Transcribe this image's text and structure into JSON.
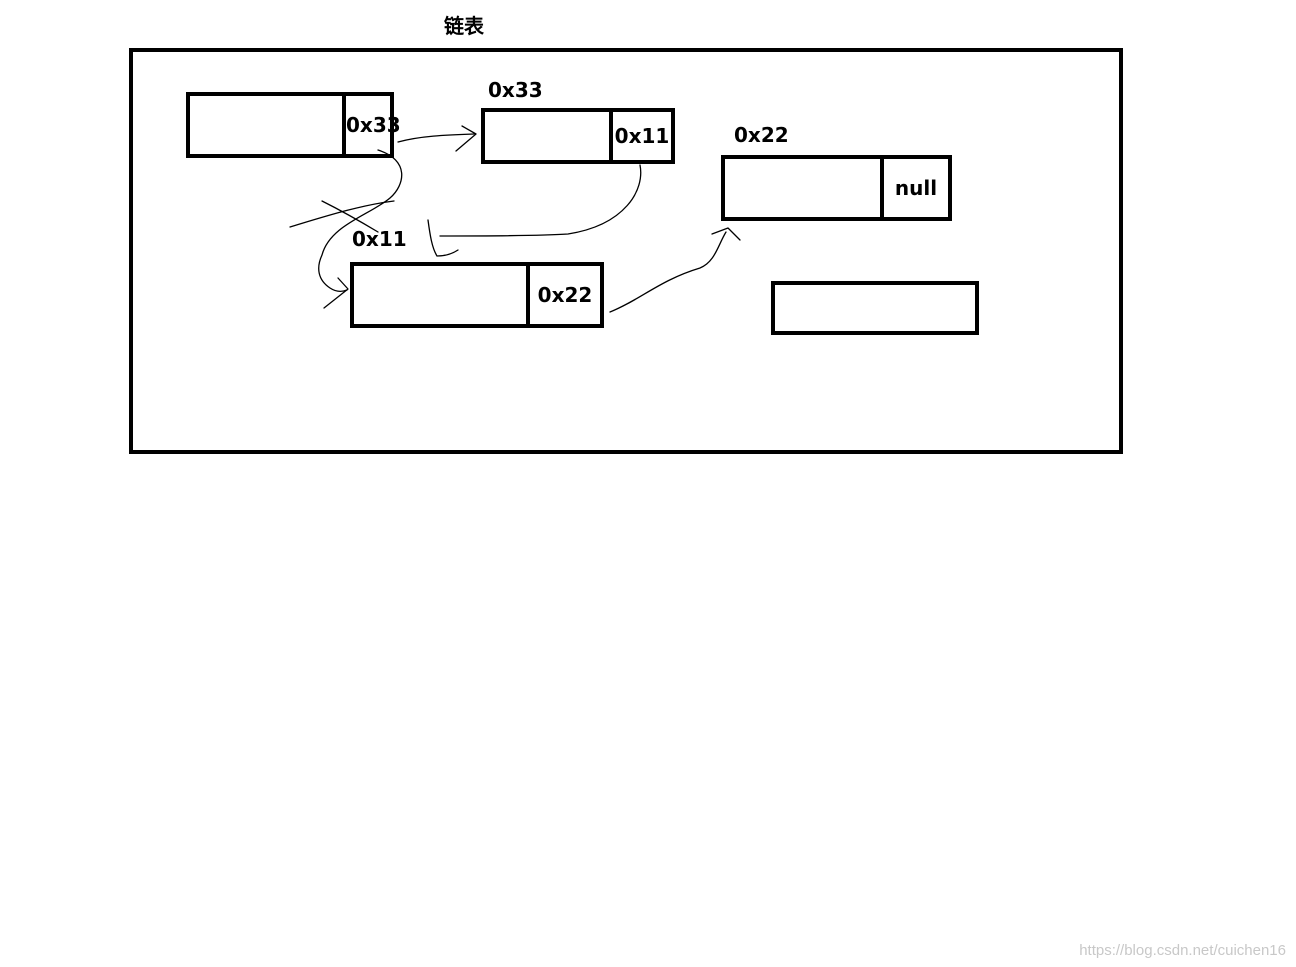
{
  "title": "链表",
  "nodes": [
    {
      "id": "head",
      "address": "",
      "next": "0x33"
    },
    {
      "id": "n33",
      "address": "0x33",
      "next": "0x11"
    },
    {
      "id": "n22",
      "address": "0x22",
      "next": "null"
    },
    {
      "id": "n11",
      "address": "0x11",
      "next": "0x22"
    },
    {
      "id": "empty",
      "address": "",
      "next": ""
    }
  ],
  "watermark": "https://blog.csdn.net/cuichen16"
}
